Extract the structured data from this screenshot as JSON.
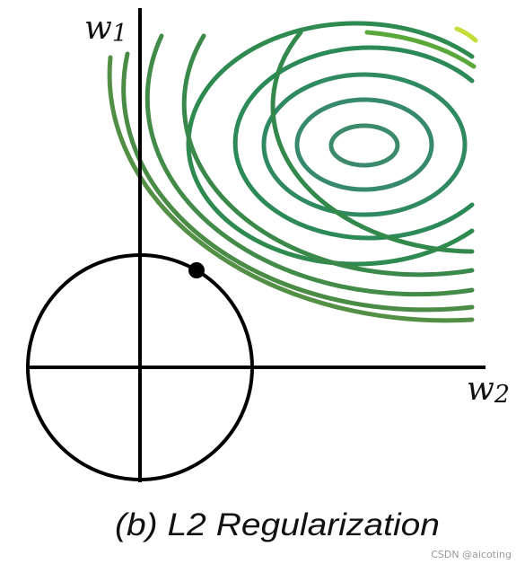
{
  "diagram": {
    "axis_vertical_label_main": "w",
    "axis_vertical_label_sub": "1",
    "axis_horizontal_label_main": "w",
    "axis_horizontal_label_sub": "2",
    "caption": "(b) L2 Regularization",
    "watermark": "CSDN @aicoting"
  },
  "colors": {
    "axes": "#000000",
    "circle": "#000000",
    "contour_inner": "#3a8a6a",
    "contour_outer": "#4f8e46",
    "contour_corner": "#c6dc3a",
    "tangent_point": "#000000"
  }
}
